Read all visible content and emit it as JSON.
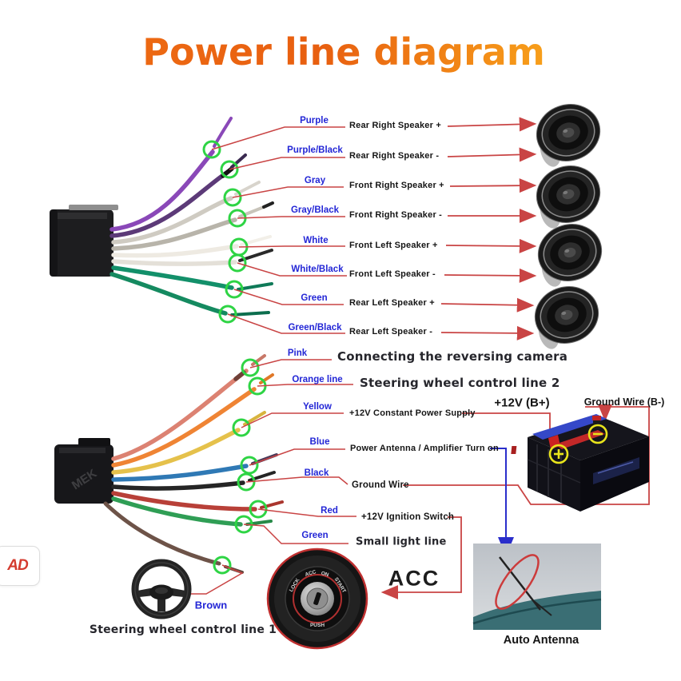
{
  "title": "Power line diagram",
  "colors": {
    "accent_orange": "#ed6a13",
    "label_blue": "#2326d6",
    "leader_red": "#c94444",
    "arrow_blue": "#2a2ecb",
    "tip_marker_green": "#2ed444"
  },
  "top_section": {
    "wires": [
      {
        "color": "Purple",
        "function": "Rear Right Speaker +"
      },
      {
        "color": "Purple/Black",
        "function": "Rear Right Speaker -"
      },
      {
        "color": "Gray",
        "function": "Front Right Speaker +"
      },
      {
        "color": "Gray/Black",
        "function": "Front Right Speaker -"
      },
      {
        "color": "White",
        "function": "Front Left Speaker +"
      },
      {
        "color": "White/Black",
        "function": "Front Left Speaker -"
      },
      {
        "color": "Green",
        "function": "Rear Left Speaker +"
      },
      {
        "color": "Green/Black",
        "function": "Rear Left Speaker -"
      }
    ]
  },
  "bottom_section": {
    "wires": [
      {
        "color": "Pink",
        "function": "Connecting the reversing camera"
      },
      {
        "color": "Orange line",
        "function": "Steering wheel control line 2"
      },
      {
        "color": "Yellow",
        "function": "+12V Constant Power Supply"
      },
      {
        "color": "Blue",
        "function": "Power Antenna / Amplifier Turn on"
      },
      {
        "color": "Black",
        "function": "Ground Wire"
      },
      {
        "color": "Red",
        "function": "+12V Ignition Switch"
      },
      {
        "color": "Green",
        "function": "Small light line"
      },
      {
        "color": "Brown",
        "function": "Steering wheel control line 1"
      }
    ]
  },
  "battery": {
    "positive_label": "+12V  (B+)",
    "negative_label": "Ground Wire (B-)"
  },
  "acc_label": "ACC",
  "antenna_caption": "Auto Antenna",
  "ignition": {
    "lock": "LOCK",
    "acc": "ACC",
    "on": "ON",
    "start": "START",
    "push": "PUSH"
  },
  "connector_watermark": "MEK",
  "logo_text": "AD"
}
